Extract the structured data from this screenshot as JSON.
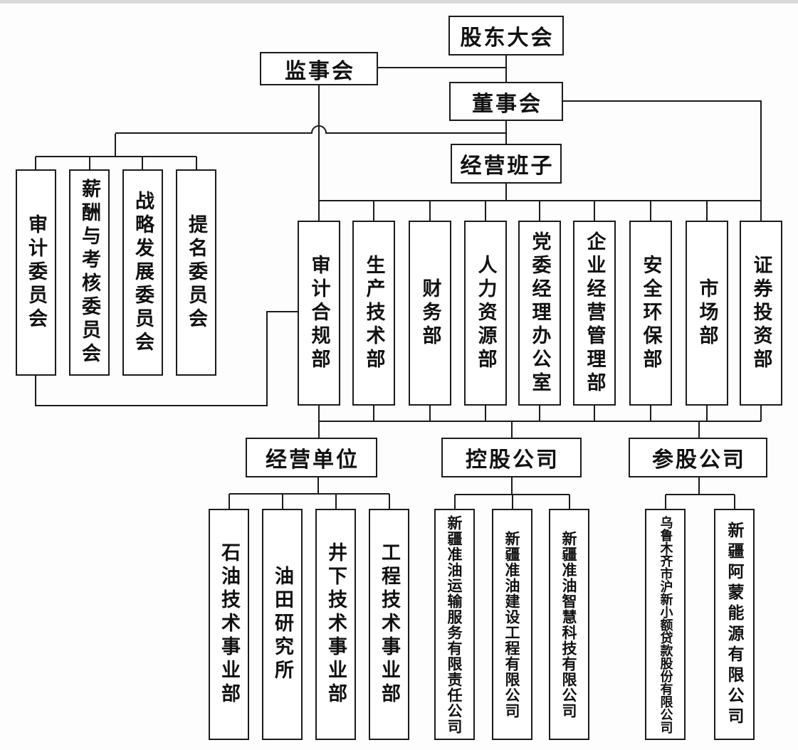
{
  "nodes": {
    "shareholders_meeting": {
      "label": "股东大会"
    },
    "supervisory_board": {
      "label": "监事会"
    },
    "board_of_directors": {
      "label": "董事会"
    },
    "management_team": {
      "label": "经营班子"
    }
  },
  "committees": [
    {
      "label": "审计委员会"
    },
    {
      "label": "薪酬与考核委员会"
    },
    {
      "label": "战略发展委员会"
    },
    {
      "label": "提名委员会"
    }
  ],
  "departments": [
    {
      "label": "审计合规部"
    },
    {
      "label": "生产技术部"
    },
    {
      "label": "财务部"
    },
    {
      "label": "人力资源部"
    },
    {
      "label": "党委经理办公室"
    },
    {
      "label": "企业经营管理部"
    },
    {
      "label": "安全环保部"
    },
    {
      "label": "市场部"
    },
    {
      "label": "证券投资部"
    }
  ],
  "groups": [
    {
      "label": "经营单位"
    },
    {
      "label": "控股公司"
    },
    {
      "label": "参股公司"
    }
  ],
  "operating_units": [
    {
      "label": "石油技术事业部"
    },
    {
      "label": "油田研究所"
    },
    {
      "label": "井下技术事业部"
    },
    {
      "label": "工程技术事业部"
    }
  ],
  "holding_companies": [
    {
      "label": "新疆准油运输服务有限责任公司"
    },
    {
      "label": "新疆准油建设工程有限公司"
    },
    {
      "label": "新疆准油智慧科技有限公司"
    }
  ],
  "participating_companies": [
    {
      "label": "乌鲁木齐市沪新小额贷款股份有限公司"
    },
    {
      "label": "新疆阿蒙能源有限公司"
    }
  ],
  "style": {
    "line_color": "#1b1b1b",
    "box_border_color": "#1b1b1b",
    "box_background": "#ffffff",
    "page_background": "#fdfdfd"
  }
}
